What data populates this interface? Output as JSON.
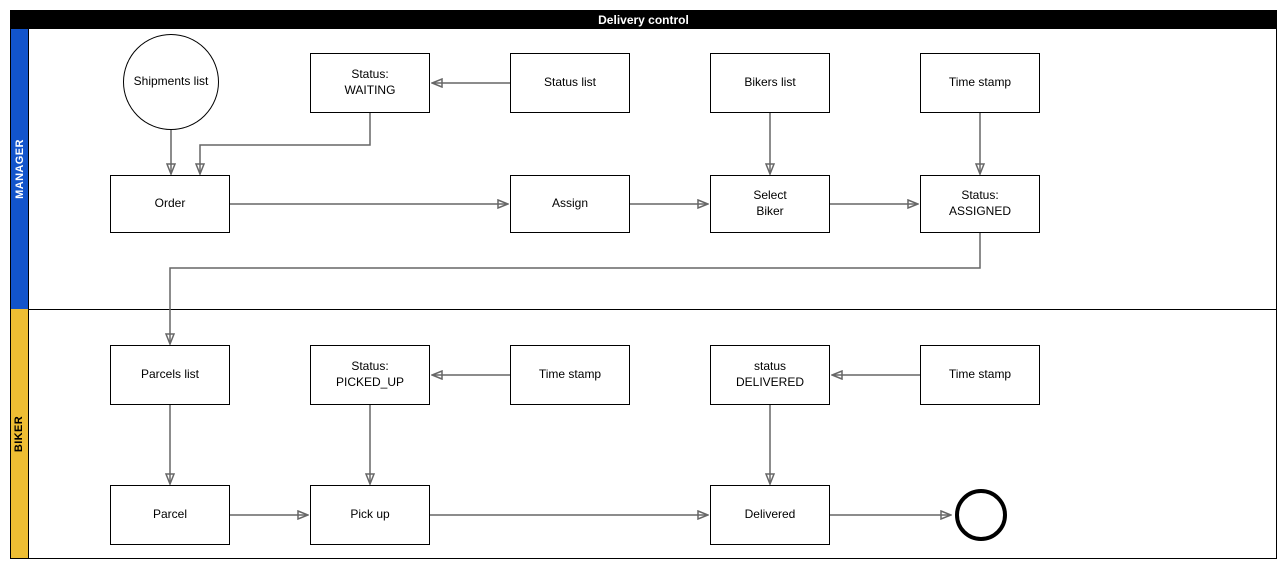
{
  "title": "Delivery control",
  "lanes": [
    {
      "id": "manager",
      "label": "MANAGER",
      "color": "#1254cb",
      "text_color": "#ffffff"
    },
    {
      "id": "biker",
      "label": "BIKER",
      "color": "#eebe33",
      "text_color": "#000000"
    }
  ],
  "colors": {
    "title_bg": "#000000",
    "title_text": "#ffffff",
    "node_fill": "#ffffff",
    "node_border": "#000000",
    "connector_line": "#666666",
    "arrowhead": "#000000",
    "background": "#ffffff"
  },
  "nodes": {
    "shipments_list": {
      "label": "Shipments list",
      "type": "start-circle",
      "lane": "MANAGER"
    },
    "status_waiting": {
      "label": "Status:\nWAITING",
      "type": "box",
      "lane": "MANAGER"
    },
    "status_list": {
      "label": "Status list",
      "type": "box",
      "lane": "MANAGER"
    },
    "bikers_list": {
      "label": "Bikers list",
      "type": "box",
      "lane": "MANAGER"
    },
    "time_stamp_manager": {
      "label": "Time stamp",
      "type": "box",
      "lane": "MANAGER"
    },
    "order": {
      "label": "Order",
      "type": "box",
      "lane": "MANAGER"
    },
    "assign": {
      "label": "Assign",
      "type": "box",
      "lane": "MANAGER"
    },
    "select_biker": {
      "label": "Select\nBiker",
      "type": "box",
      "lane": "MANAGER"
    },
    "status_assigned": {
      "label": "Status:\nASSIGNED",
      "type": "box",
      "lane": "MANAGER"
    },
    "parcels_list": {
      "label": "Parcels list",
      "type": "box",
      "lane": "BIKER"
    },
    "status_picked_up": {
      "label": "Status:\nPICKED_UP",
      "type": "box",
      "lane": "BIKER"
    },
    "time_stamp_pickup": {
      "label": "Time stamp",
      "type": "box",
      "lane": "BIKER"
    },
    "status_delivered": {
      "label": "status\nDELIVERED",
      "type": "box",
      "lane": "BIKER"
    },
    "time_stamp_delivered": {
      "label": "Time stamp",
      "type": "box",
      "lane": "BIKER"
    },
    "parcel": {
      "label": "Parcel",
      "type": "box",
      "lane": "BIKER"
    },
    "pick_up": {
      "label": "Pick up",
      "type": "box",
      "lane": "BIKER"
    },
    "delivered": {
      "label": "Delivered",
      "type": "box",
      "lane": "BIKER"
    },
    "end_event": {
      "label": "",
      "type": "end-circle",
      "lane": "BIKER"
    }
  },
  "edges": [
    {
      "from": "shipments_list",
      "to": "order"
    },
    {
      "from": "status_waiting",
      "to": "order"
    },
    {
      "from": "status_list",
      "to": "status_waiting"
    },
    {
      "from": "bikers_list",
      "to": "select_biker"
    },
    {
      "from": "time_stamp_manager",
      "to": "status_assigned"
    },
    {
      "from": "order",
      "to": "assign"
    },
    {
      "from": "assign",
      "to": "select_biker"
    },
    {
      "from": "select_biker",
      "to": "status_assigned"
    },
    {
      "from": "status_assigned",
      "to": "parcels_list"
    },
    {
      "from": "parcels_list",
      "to": "parcel"
    },
    {
      "from": "time_stamp_pickup",
      "to": "status_picked_up"
    },
    {
      "from": "status_picked_up",
      "to": "pick_up"
    },
    {
      "from": "time_stamp_delivered",
      "to": "status_delivered"
    },
    {
      "from": "status_delivered",
      "to": "delivered"
    },
    {
      "from": "parcel",
      "to": "pick_up"
    },
    {
      "from": "pick_up",
      "to": "delivered"
    },
    {
      "from": "delivered",
      "to": "end_event"
    }
  ]
}
